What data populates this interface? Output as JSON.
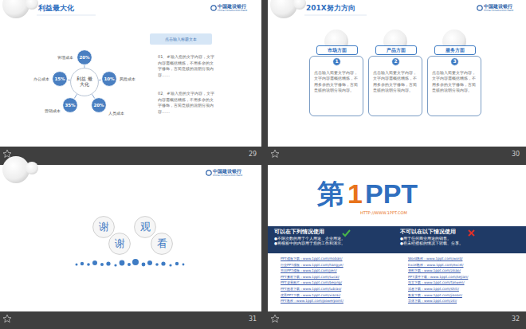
{
  "diagram": {
    "nodes": [
      {
        "text": [
          "利益 最大化"
        ]
      },
      {
        "text": [
          "20%"
        ]
      },
      {
        "text": [
          "10%"
        ]
      },
      {
        "text": [
          "20%"
        ]
      },
      {
        "text": [
          "35%"
        ]
      },
      {
        "text": [
          "15%"
        ]
      },
      {
        "text": [
          "点击输入标题文本"
        ]
      },
      {
        "text": [
          "点击输入简要文字内容，文字内容需概括精炼，不用多余的文字修饰，言简意赅的说明分项内容。"
        ]
      },
      {
        "text": [
          "市场方面"
        ],
        "in": 7
      },
      {
        "text": [
          "1"
        ],
        "in": 7
      },
      {
        "text": [
          "点击输入简要文字内容，文字内容需概括精炼，不用多余的文字修饰，言简意赅的说明分项内容。"
        ]
      },
      {
        "text": [
          "产品方面"
        ],
        "in": 10
      },
      {
        "text": [
          "2"
        ],
        "in": 10
      },
      {
        "text": [
          "点击输入简要文字内容，文字内容需概括精炼，不用多余的文字修饰，言简意赅的说明分项内容。"
        ]
      },
      {
        "text": [
          "服务方面"
        ],
        "in": 13
      },
      {
        "text": [
          "3"
        ],
        "in": 13
      },
      {
        "text": [
          "谢"
        ]
      },
      {
        "text": [
          "谢"
        ]
      },
      {
        "text": [
          "观"
        ]
      },
      {
        "text": [
          "看"
        ]
      },
      {
        "text": [
          "可以在下列情况使用",
          "●不限次数的用于个人用途、企业用途。",
          "●将模板中的内容用于您的工作和演示。"
        ]
      },
      {
        "text": [
          "不可以在以下情况使用",
          "●用于任何商业用途的销售。",
          "●在未经授权的情况下转载、分享。"
        ]
      }
    ],
    "edges": [
      {
        "from": 0,
        "to": 1,
        "arrow": "none"
      },
      {
        "from": 0,
        "to": 2,
        "arrow": "none"
      },
      {
        "from": 0,
        "to": 3,
        "arrow": "none"
      },
      {
        "from": 0,
        "to": 4,
        "arrow": "none"
      },
      {
        "from": 0,
        "to": 5,
        "arrow": "none"
      }
    ],
    "labels": [
      "利益最大化",
      "中国建设银行",
      "China Construction Bank",
      "管理成本",
      "风险成本",
      "人员成本",
      "营销成本",
      "办公成本",
      "01、#输入您的文字内容，文字内容需概括精炼，不用多余的文字修饰，言简意赅的说明分项内容……",
      "02、#输入您的文字内容，文字内容需概括精炼，不用多余的文字修饰，言简意赅的说明分项内容……",
      "201X努力方向",
      "中国建设银行",
      "China Construction Bank",
      "中国建设银行",
      "China Construction Bank",
      "第",
      "1",
      "PPT",
      "HTTP://WWW.1PPT.COM",
      "29",
      "30",
      "31",
      "32",
      "PPT模板下载：www.1ppt.com/moban/",
      "行业PPT模板：www.1ppt.com/hangye/",
      "节日PPT模板：www.1ppt.com/jieri/",
      "PPT素材下载：www.1ppt.com/sucai/",
      "PPT背景图片：www.1ppt.com/beijing/",
      "PPT图表下载：www.1ppt.com/tubiao/",
      "优秀PPT下载：www.1ppt.com/xiazai/",
      "PPT教程：www.1ppt.com/powerpoint/",
      "Word教程：www.1ppt.com/word/",
      "Excel教程：www.1ppt.com/excel/",
      "资料下载：www.1ppt.com/ziliao/",
      "PPT课件下载：www.1ppt.com/kejian/",
      "范文下载：www.1ppt.com/fanwen/",
      "试卷下载：www.1ppt.com/shiti/",
      "教案下载：www.1ppt.com/jiaoan/",
      "字体下载：www.1ppt.com/ziti/"
    ]
  }
}
